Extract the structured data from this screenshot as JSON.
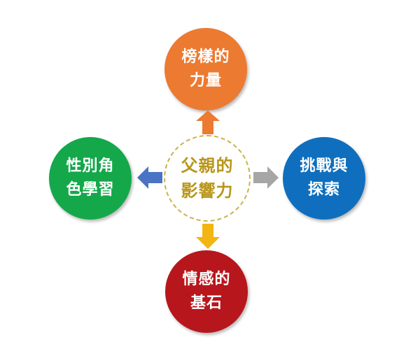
{
  "center": {
    "line1": "父親的",
    "line2": "影響力",
    "text_color": "#b8961a",
    "border_color": "#c9b24a"
  },
  "nodes": {
    "top": {
      "line1": "榜樣的",
      "line2": "力量",
      "color": "#ec7a31"
    },
    "left": {
      "line1": "性別角",
      "line2": "色學習",
      "color": "#14a84a"
    },
    "right": {
      "line1": "挑戰與",
      "line2": "探索",
      "color": "#0f6fbe"
    },
    "bottom": {
      "line1": "情感的",
      "line2": "基石",
      "color": "#b7161c"
    }
  },
  "arrows": {
    "up": {
      "color": "#ec7a31"
    },
    "left": {
      "color": "#4a73c4"
    },
    "right": {
      "color": "#a6a6a6"
    },
    "down": {
      "color": "#f3b512"
    }
  }
}
